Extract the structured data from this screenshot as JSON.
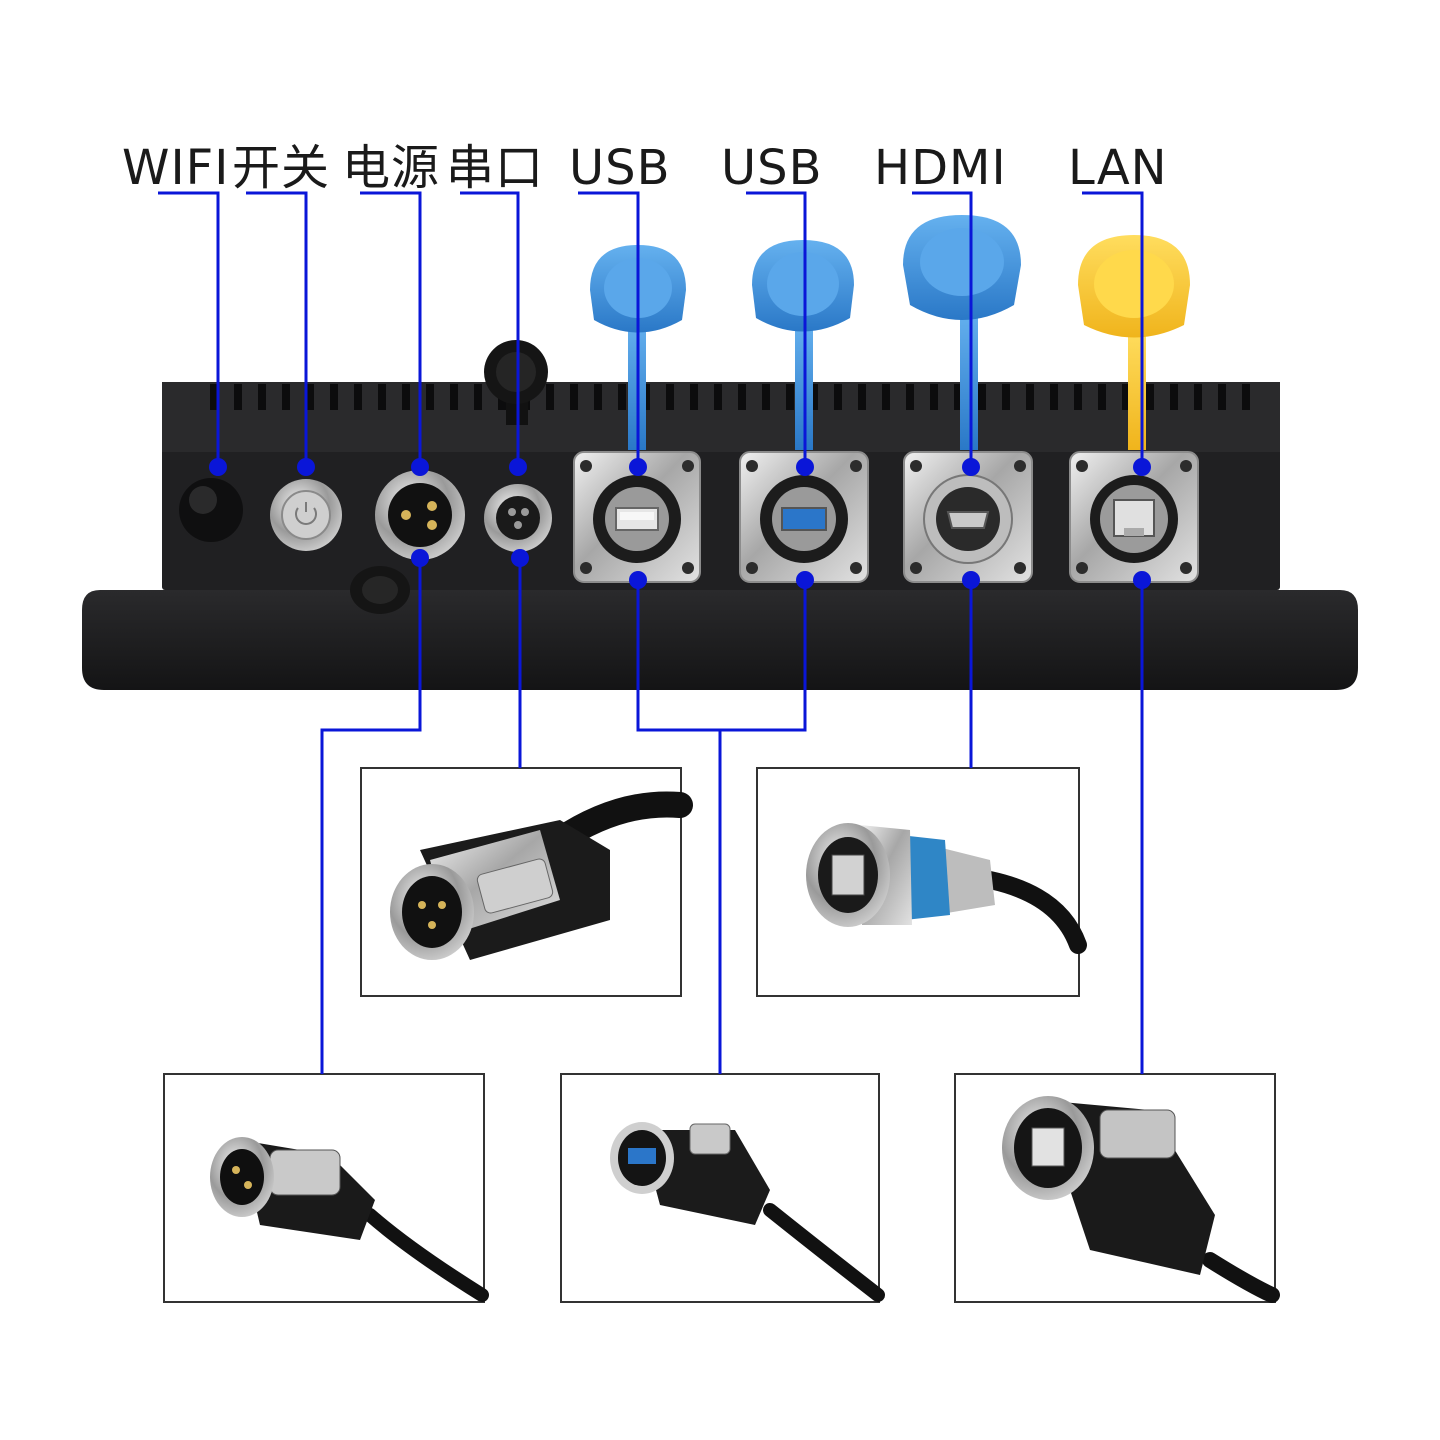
{
  "labels": {
    "wifi": "WIFI",
    "switch": "开关",
    "power": "电源",
    "serial": "串口",
    "usb1": "USB",
    "usb2": "USB",
    "hdmi": "HDMI",
    "lan": "LAN"
  },
  "colors": {
    "leader": "#0a16d8",
    "chassis": "#1b1b1d",
    "cap_blue": "#3b8fd9",
    "cap_yellow": "#f7c533"
  },
  "icons": {
    "wifi": "antenna-icon",
    "switch": "power-button-icon",
    "power": "circular-connector-icon",
    "serial": "circular-connector-icon",
    "usb": "usb-port-icon",
    "hdmi": "hdmi-port-icon",
    "lan": "rj45-port-icon"
  }
}
